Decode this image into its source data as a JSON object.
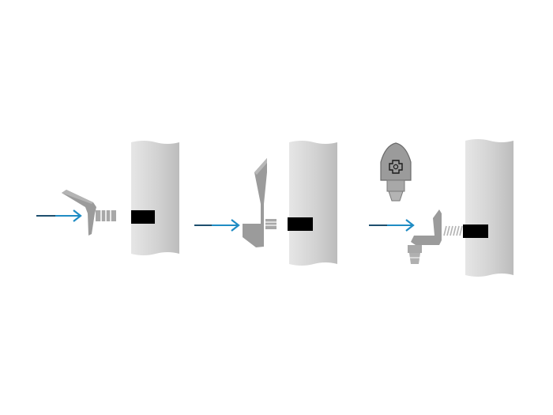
{
  "diagram": {
    "kind": "installation-steps",
    "steps": [
      {
        "step": 1,
        "action": "insert-bracket-into-slot",
        "arrow_direction": "right",
        "part": "angled-bracket-with-threaded-peg",
        "target": "panel-slot"
      },
      {
        "step": 2,
        "action": "push-bracket-into-slot",
        "arrow_direction": "right",
        "part": "upright-bracket-with-threaded-peg",
        "target": "panel-slot"
      },
      {
        "step": 3,
        "action": "seat-bracket-and-insert-knob",
        "arrow_direction": "right",
        "part": "l-bracket-with-spring",
        "target": "panel-slot",
        "detail": "knob-with-cross-socket"
      }
    ]
  },
  "colors": {
    "arrow": "#1f8cc4",
    "arrow_tail": "#1d4f6e",
    "part_fill": "#9b9b9b",
    "part_dark": "#6a6a6a",
    "panel_light": "#e4e4e4",
    "panel_dark": "#bdbdbd",
    "slot": "#000000"
  }
}
